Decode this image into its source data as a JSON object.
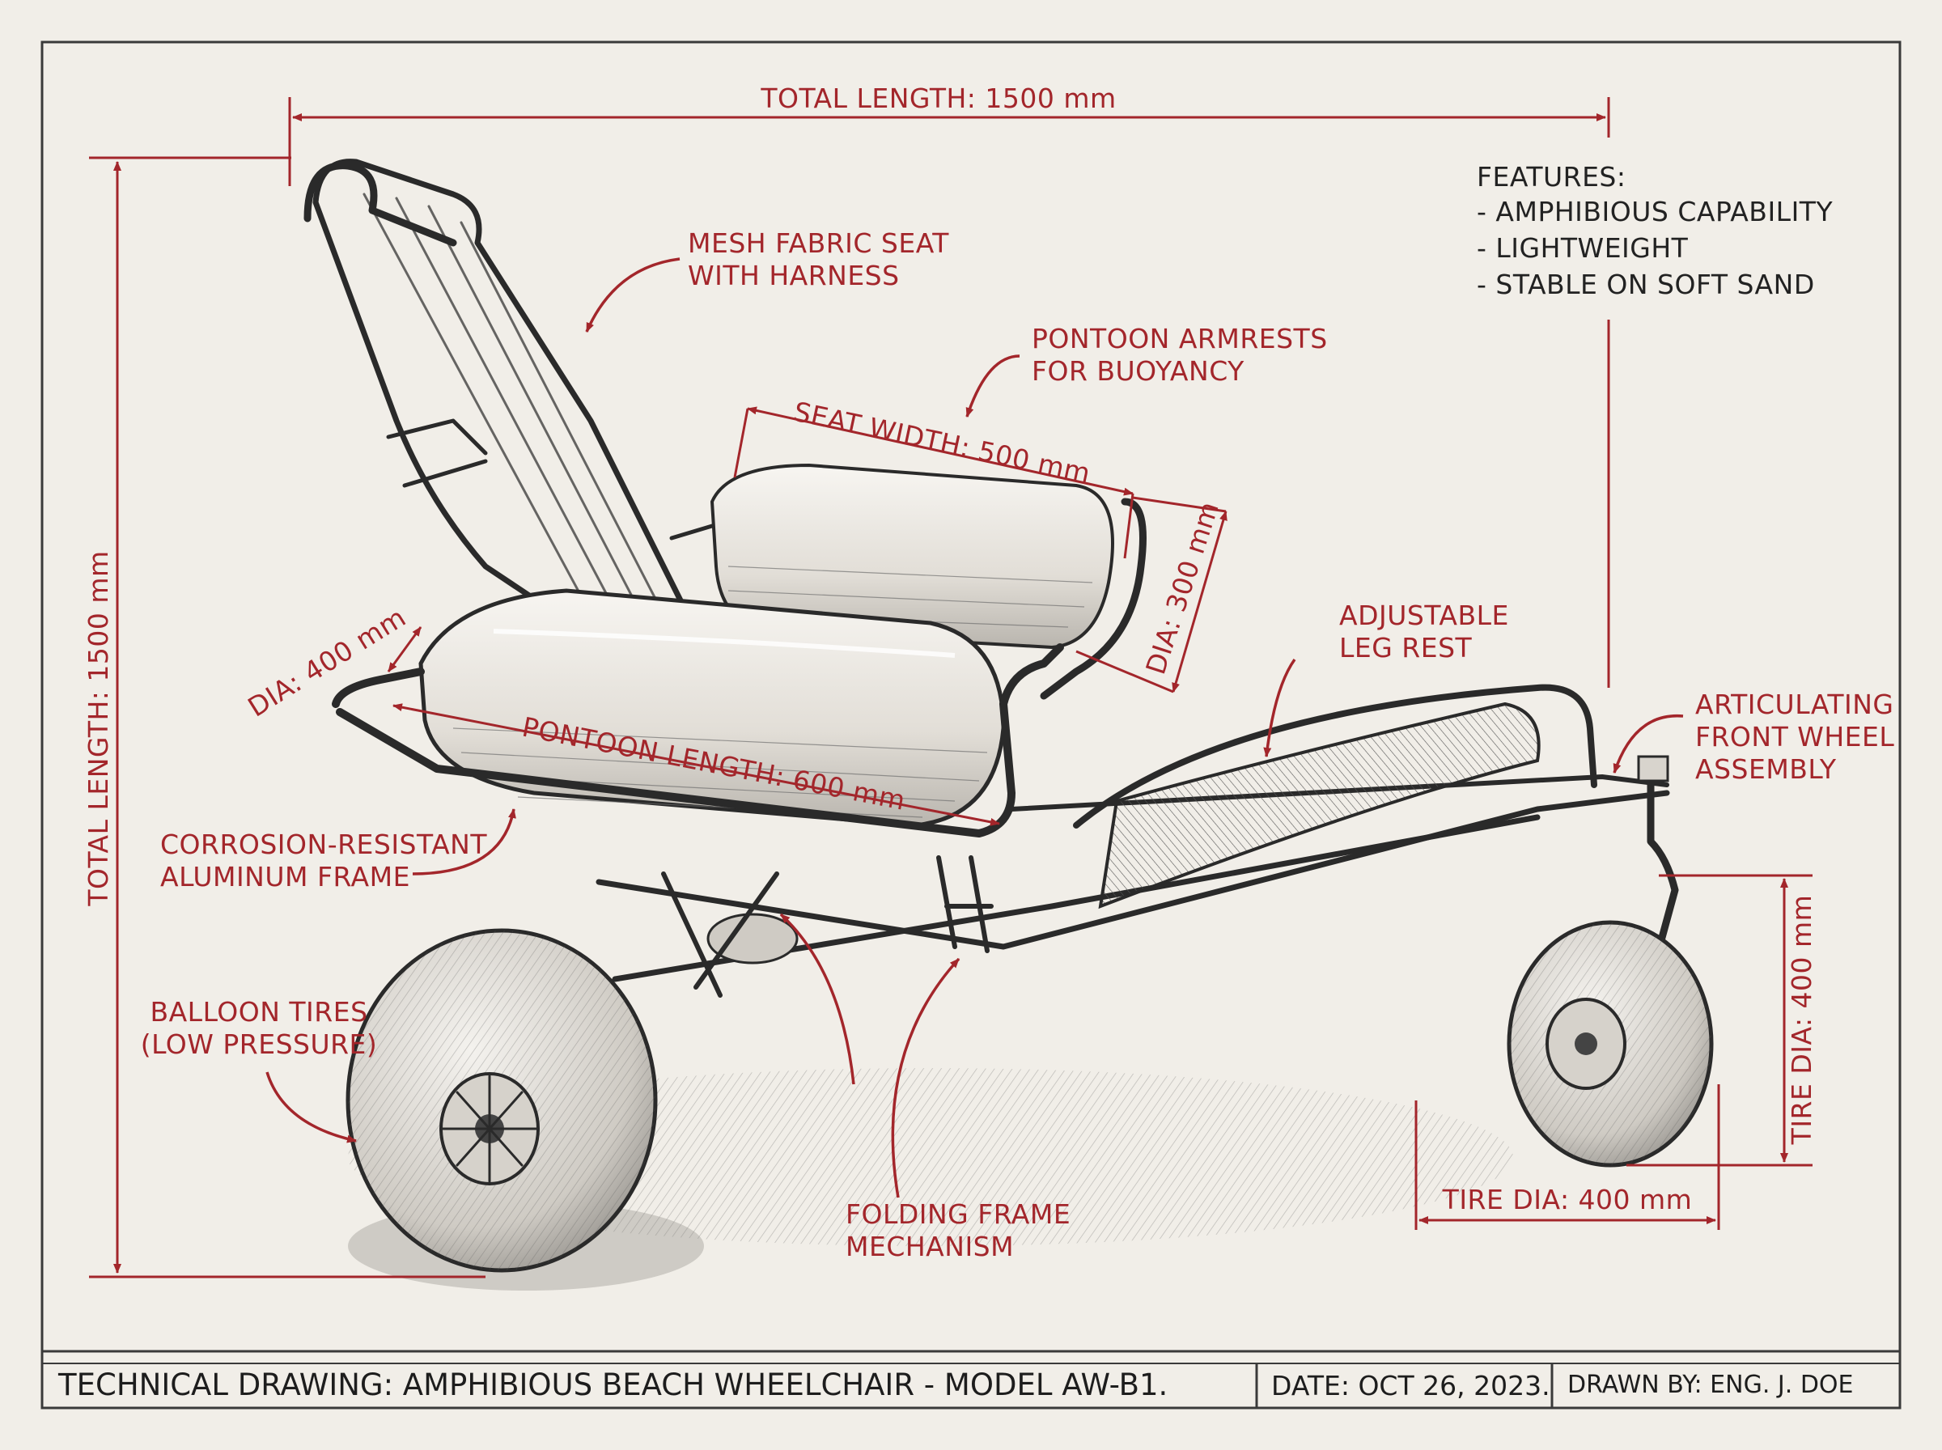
{
  "title_block": {
    "title": "TECHNICAL DRAWING: AMPHIBIOUS BEACH WHEELCHAIR - MODEL AW-B1.",
    "date": "DATE: OCT 26, 2023.",
    "drawn_by": "DRAWN BY: ENG. J. DOE"
  },
  "features": {
    "heading": "FEATURES:",
    "items": [
      "- AMPHIBIOUS CAPABILITY",
      "- LIGHTWEIGHT",
      "- STABLE ON SOFT SAND"
    ]
  },
  "dimensions": {
    "total_length_top": "TOTAL LENGTH: 1500 mm",
    "total_length_side": "TOTAL LENGTH: 1500 mm",
    "seat_width": "SEAT WIDTH: 500 mm",
    "pontoon_length": "PONTOON LENGTH: 600 mm",
    "pontoon_dia_left": "DIA: 400 mm",
    "pontoon_dia_right": "DIA: 300 mm",
    "tire_dia_bottom": "TIRE DIA: 400 mm",
    "tire_dia_side": "TIRE DIA: 400 mm"
  },
  "callouts": {
    "mesh_seat": [
      "MESH FABRIC SEAT",
      "WITH HARNESS"
    ],
    "pontoon_armrests": [
      "PONTOON ARMRESTS",
      "FOR BUOYANCY"
    ],
    "leg_rest": [
      "ADJUSTABLE",
      "LEG REST"
    ],
    "front_wheel": [
      "ARTICULATING",
      "FRONT WHEEL",
      "ASSEMBLY"
    ],
    "frame": [
      "CORROSION-RESISTANT",
      "ALUMINUM FRAME"
    ],
    "tires": [
      "BALLOON TIRES",
      "(LOW PRESSURE)"
    ],
    "folding": [
      "FOLDING FRAME",
      "MECHANISM"
    ]
  }
}
